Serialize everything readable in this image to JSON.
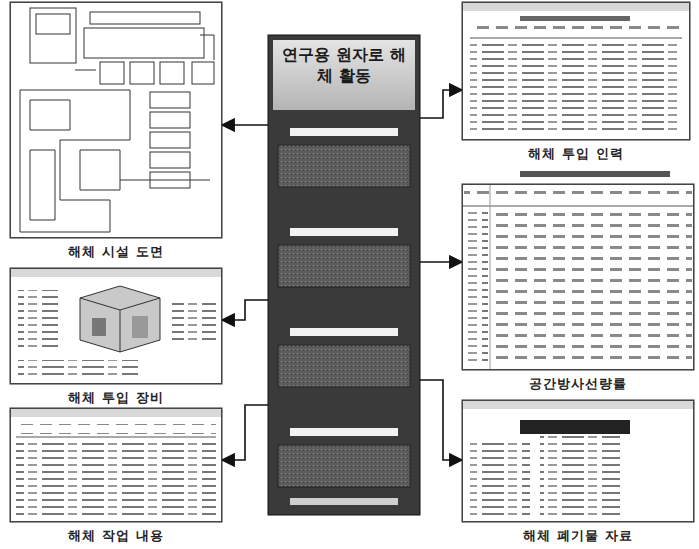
{
  "diagram": {
    "nodes": [
      {
        "text": [
          "연구용 원자로 해체 활동"
        ]
      },
      {
        "text": [
          "해체 시설 도면"
        ]
      },
      {
        "text": [
          "해체 투입 장비"
        ]
      },
      {
        "text": [
          "해체 작업 내용"
        ]
      },
      {
        "text": [
          "해체 투입 인력"
        ]
      },
      {
        "text": [
          "공간방사선량률"
        ]
      },
      {
        "text": [
          "해체 폐기물 자료"
        ]
      }
    ],
    "edges": [
      {
        "from": 0,
        "to": 1,
        "arrow": "to"
      },
      {
        "from": 0,
        "to": 2,
        "arrow": "to"
      },
      {
        "from": 0,
        "to": 3,
        "arrow": "to"
      },
      {
        "from": 0,
        "to": 4,
        "arrow": "to"
      },
      {
        "from": 0,
        "to": 5,
        "arrow": "to"
      },
      {
        "from": 0,
        "to": 6,
        "arrow": "to"
      }
    ]
  }
}
